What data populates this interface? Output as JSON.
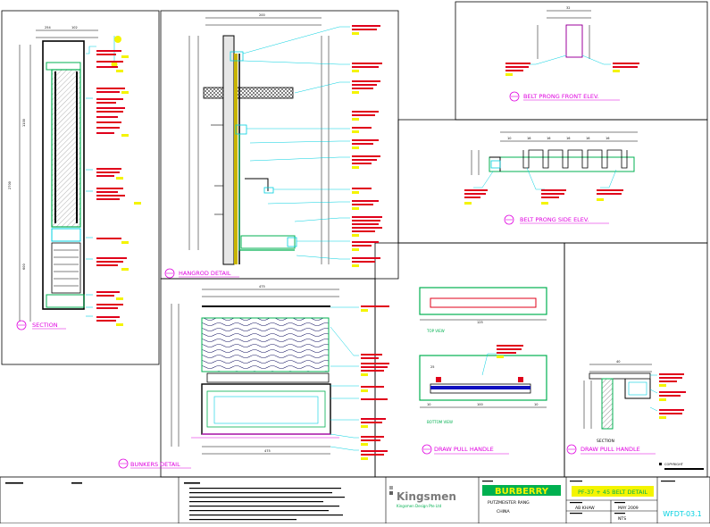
{
  "titles": {
    "section": "SECTION",
    "hangrod": "HANGROD DETAIL",
    "front_elev": "BELT PRONG FRONT ELEV.",
    "side_elev": "BELT PRONG SIDE ELEV.",
    "bunkers": "BUNKERS DETAIL",
    "draw_pull": "DRAW PULL HANDLE",
    "section_draw_pull": "DRAW PULL HANDLE",
    "section_word": "SECTION"
  },
  "view_labels": {
    "top_view": "TOP VIEW",
    "bottom_view": "BOTTOM VIEW"
  },
  "title_block": {
    "company": "Kingsmen",
    "company_sub": "Kingsmen Design Pte Ltd",
    "brand": "BURBERRY",
    "project": "PUTZMEISTER RANG",
    "project_sub": "CHINA",
    "sheet_title": "PF-37 + 45 BELT DETAIL",
    "drawn_by": "AB KHAW",
    "date": "MAY 2009",
    "scale": "NTS",
    "sheet_no": "WFDT-03.1",
    "copyright": "COPYRIGHT"
  },
  "colors": {
    "frame": "#000000",
    "dim": "#e0001a",
    "green": "#00b050",
    "magenta": "#e000e0",
    "cyan": "#00d0e0",
    "yellow_tag": "#f4f400",
    "blue_bar": "#1010c0"
  }
}
